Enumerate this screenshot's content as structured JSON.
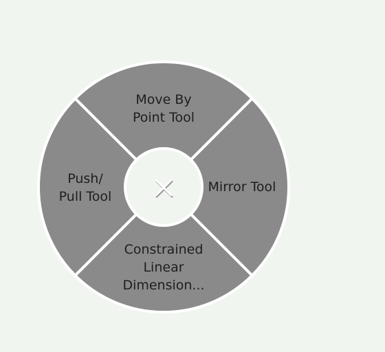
{
  "radial_menu": {
    "items": {
      "top": {
        "label": "Move By\nPoint Tool"
      },
      "right": {
        "label": "Mirror Tool"
      },
      "bottom": {
        "label": "Constrained\nLinear\nDimension..."
      },
      "left": {
        "label": "Push/\nPull Tool"
      }
    },
    "center_icon": "close-icon",
    "colors": {
      "wedge": "#8a8a8a",
      "divider": "#ffffff",
      "background": "#f1f5f0",
      "text": "#1e1e1e"
    }
  }
}
